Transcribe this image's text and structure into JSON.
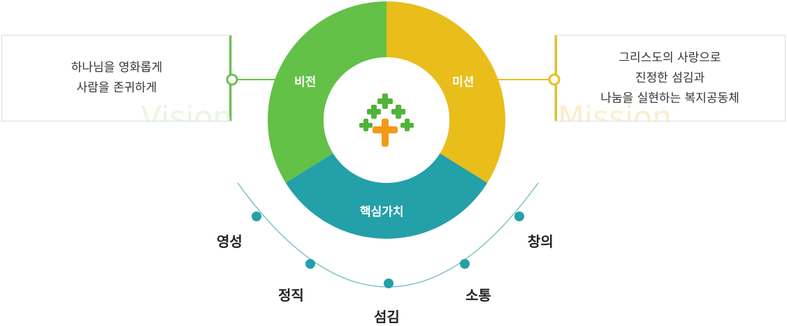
{
  "vision": {
    "lines": [
      "하나님을 영화롭게",
      "사람을 존귀하게"
    ],
    "watermark": "Vision",
    "segment_label": "비전",
    "color": "#63c147"
  },
  "mission": {
    "lines": [
      "그리스도의 사랑으로",
      "진정한 섬김과",
      "나눔을 실현하는 복지공동체"
    ],
    "watermark": "Mission",
    "segment_label": "미션",
    "color": "#e9bd1a"
  },
  "core": {
    "segment_label": "핵심가치",
    "color": "#24a0a8",
    "values": [
      "영성",
      "정직",
      "섬김",
      "소통",
      "창의"
    ]
  },
  "logo": {
    "icon": "cross-tree-logo-icon"
  }
}
